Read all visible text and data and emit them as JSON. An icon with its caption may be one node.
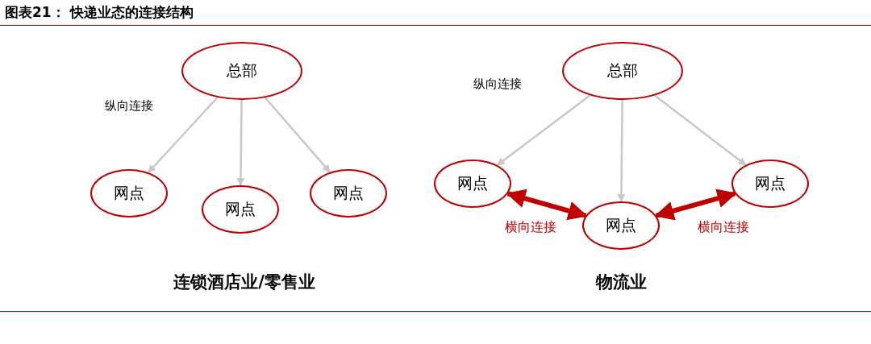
{
  "diagram": {
    "title": "图表21： 快递业态的连接结构",
    "nodes": [
      {
        "text": [
          "总部"
        ]
      },
      {
        "text": [
          "网点"
        ]
      },
      {
        "text": [
          "网点"
        ]
      },
      {
        "text": [
          "网点"
        ]
      },
      {
        "text": [
          "总部"
        ]
      },
      {
        "text": [
          "网点"
        ]
      },
      {
        "text": [
          "网点"
        ]
      },
      {
        "text": [
          "网点"
        ]
      }
    ],
    "edges": [
      {
        "from": 0,
        "to": 1,
        "arrow": "to"
      },
      {
        "from": 0,
        "to": 2,
        "arrow": "to"
      },
      {
        "from": 0,
        "to": 3,
        "arrow": "to"
      },
      {
        "from": 4,
        "to": 5,
        "arrow": "to"
      },
      {
        "from": 4,
        "to": 6,
        "arrow": "to"
      },
      {
        "from": 4,
        "to": 7,
        "arrow": "to"
      },
      {
        "from": 5,
        "to": 6,
        "arrow": "both",
        "label": "横向连接",
        "style": "thick",
        "color": "#c00000"
      },
      {
        "from": 6,
        "to": 7,
        "arrow": "both",
        "label": "横向连接",
        "style": "thick",
        "color": "#c00000"
      }
    ],
    "labels": [
      "纵向连接",
      "纵向连接",
      "连锁酒店业/零售业",
      "物流业"
    ]
  }
}
